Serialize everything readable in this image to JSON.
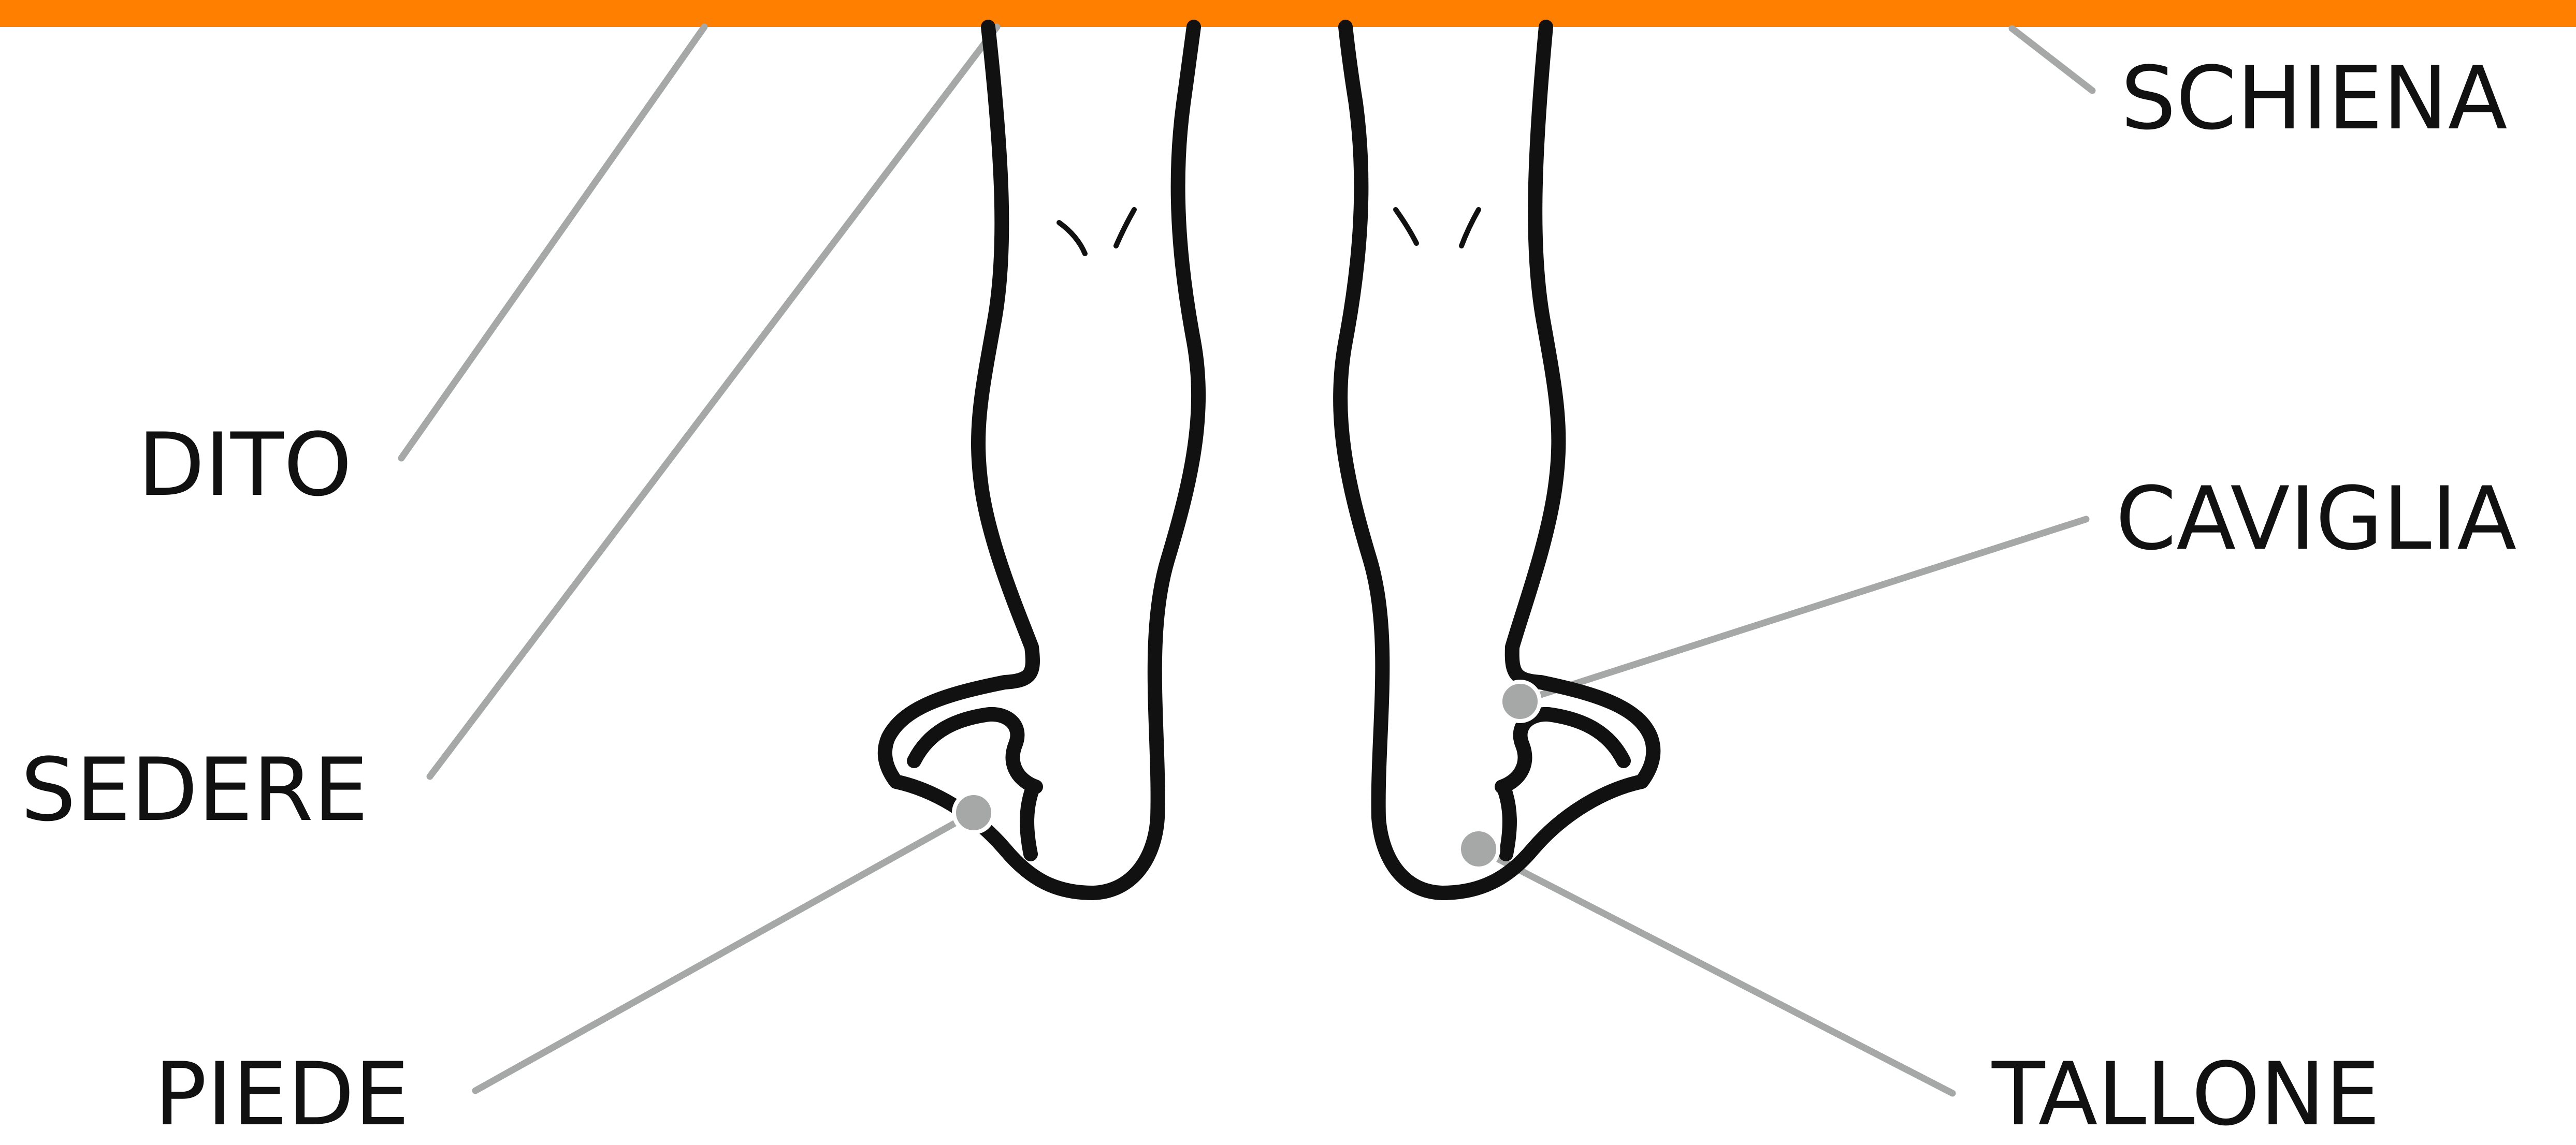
{
  "labels": {
    "schiena": "SCHIENA",
    "dito": "DITO",
    "caviglia": "CAVIGLIA",
    "sedere": "SEDERE",
    "piede": "PIEDE",
    "tallone": "TALLONE"
  },
  "colors": {
    "top_bar": "#ff7f00",
    "leader_line": "#a5a8a6",
    "outline": "#111111",
    "background": "#ffffff"
  }
}
